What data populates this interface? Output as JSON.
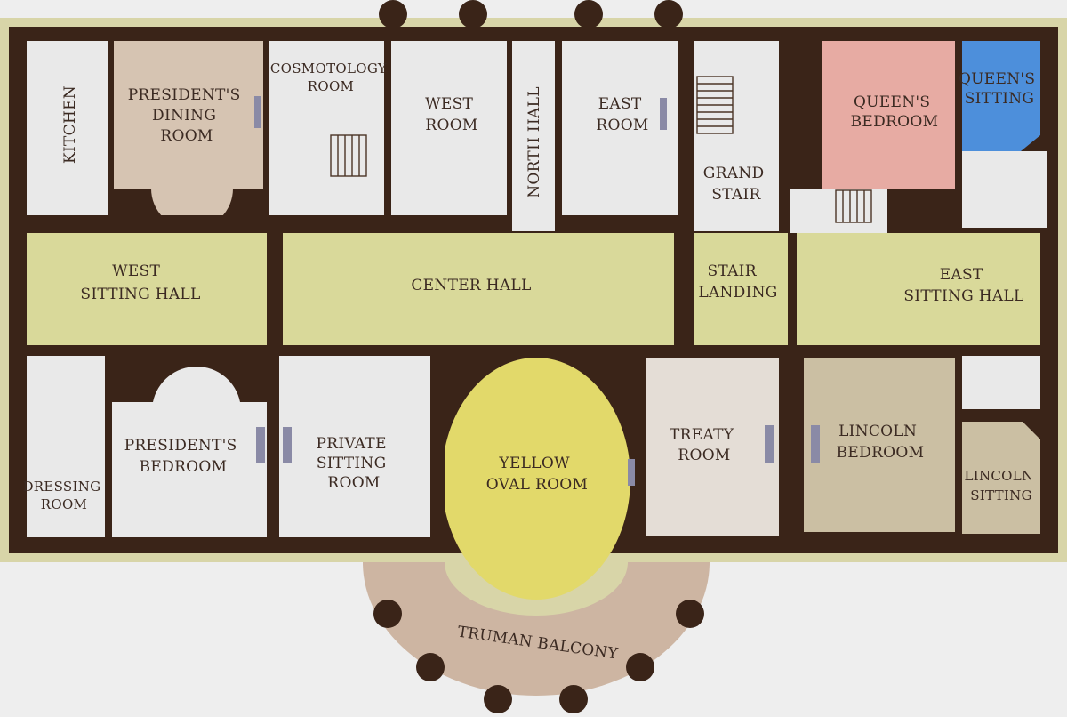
{
  "colors": {
    "wall": "#3a2418",
    "background": "#eeeeee",
    "hall": "#d9d99a",
    "room": "#e9e9e9",
    "dining": "#d6c4b2",
    "queens_bedroom": "#e7aba3",
    "queens_sitting": "#4d8fdb",
    "yellow_oval": "#e2d96a",
    "treaty": "#e4ddd6",
    "lincoln": "#cbbfa3",
    "balcony": "#cdb5a2",
    "trim": "#d8d5a8"
  },
  "rooms": {
    "kitchen": "KITCHEN",
    "presidents_dining": [
      "PRESIDENT'S",
      "DINING",
      "ROOM"
    ],
    "cosmetology": [
      "COSMOTOLOGY",
      "ROOM"
    ],
    "west_room": [
      "WEST",
      "ROOM"
    ],
    "north_hall": "NORTH HALL",
    "east_room": [
      "EAST",
      "ROOM"
    ],
    "grand_stair": [
      "GRAND",
      "STAIR"
    ],
    "queens_bedroom": [
      "QUEEN'S",
      "BEDROOM"
    ],
    "queens_sitting": [
      "QUEEN'S",
      "SITTING"
    ],
    "west_sitting_hall": [
      "WEST",
      "SITTING HALL"
    ],
    "center_hall": "CENTER HALL",
    "stair_landing": [
      "STAIR",
      "LANDING"
    ],
    "east_sitting_hall": [
      "EAST",
      "SITTING HALL"
    ],
    "dressing_room": [
      "DRESSING",
      "ROOM"
    ],
    "presidents_bedroom": [
      "PRESIDENT'S",
      "BEDROOM"
    ],
    "private_sitting": [
      "PRIVATE",
      "SITTING",
      "ROOM"
    ],
    "yellow_oval": [
      "YELLOW",
      "OVAL ROOM"
    ],
    "treaty_room": [
      "TREATY",
      "ROOM"
    ],
    "lincoln_bedroom": [
      "LINCOLN",
      "BEDROOM"
    ],
    "lincoln_sitting": [
      "LINCOLN",
      "SITTING"
    ],
    "truman_balcony": "TRUMAN BALCONY"
  }
}
